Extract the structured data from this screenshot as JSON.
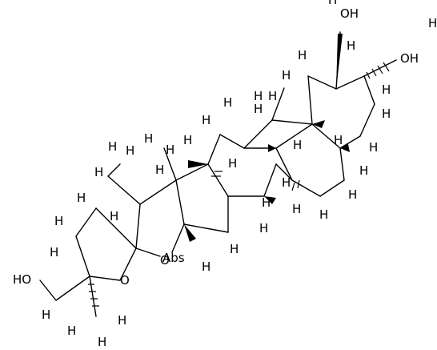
{
  "structure": {
    "atoms": {
      "oh_top": "OH",
      "oh_right": "OH",
      "ho_left": "HO",
      "ring_o": "O",
      "ring_o2": "O",
      "abs_label": "Abs",
      "h": "H"
    }
  }
}
